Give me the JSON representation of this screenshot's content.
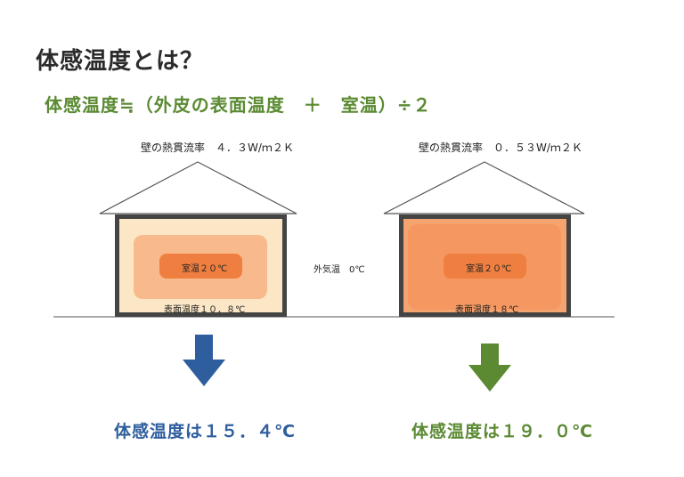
{
  "title": "体感温度とは？",
  "formula": "体感温度≒（外皮の表面温度　＋　室温）÷２",
  "outside_temp": "外気温　0℃",
  "left_house": {
    "wall_rate": "壁の熱貫流率　４．３W/ｍ２Ｋ",
    "room_temp": "室温２０℃",
    "surface_temp": "表面温度１０．８℃",
    "result": "体感温度は１５．４℃",
    "arrow_color": "#2f5e9e",
    "result_color": "#2f5e9e"
  },
  "right_house": {
    "wall_rate": "壁の熱貫流率　０．５３W/ｍ２Ｋ",
    "room_temp": "室温２０℃",
    "surface_temp": "表面温度１８℃",
    "result": "体感温度は１９．０℃",
    "arrow_color": "#5b8a33",
    "result_color": "#5b8a33"
  }
}
